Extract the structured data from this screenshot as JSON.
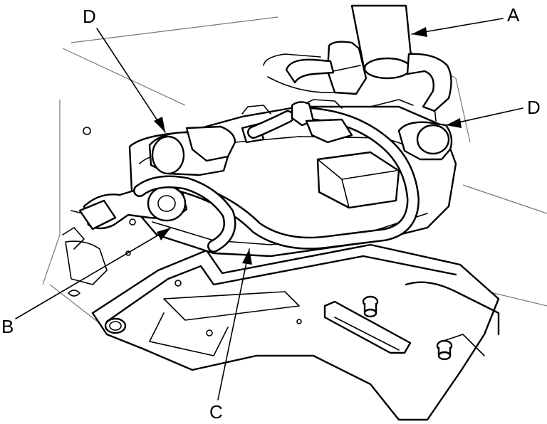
{
  "callouts": {
    "a": "A",
    "b": "B",
    "c": "C",
    "d_left": "D",
    "d_right": "D"
  }
}
